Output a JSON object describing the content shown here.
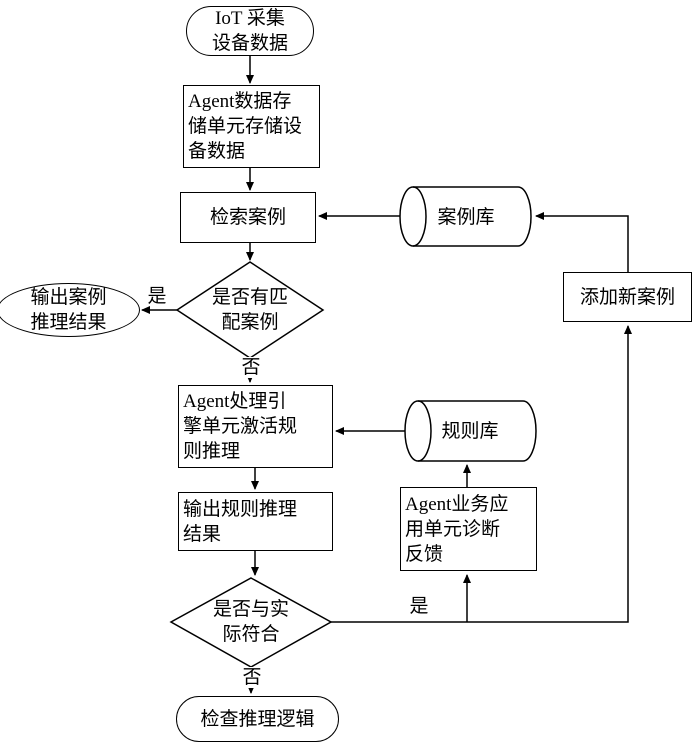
{
  "diagram": {
    "background": "#ffffff",
    "stroke_color": "#000000",
    "text_color": "#000000",
    "nodes": {
      "iot_collect": {
        "shape": "stadium",
        "label": "IoT 采集\n设备数据"
      },
      "agent_storage": {
        "shape": "rect",
        "label": "Agent数据存\n储单元存储设\n备数据"
      },
      "retrieve_case": {
        "shape": "rect",
        "label": "检索案例"
      },
      "case_db": {
        "shape": "cylinder",
        "label": "案例库"
      },
      "match_decision": {
        "shape": "diamond",
        "label": "是否有匹\n配案例"
      },
      "output_case_result": {
        "shape": "ellipse",
        "label": "输出案例\n推理结果"
      },
      "rule_engine": {
        "shape": "rect",
        "label": "Agent处理引\n擎单元激活规\n则推理"
      },
      "rule_db": {
        "shape": "cylinder",
        "label": "规则库"
      },
      "output_rule_result": {
        "shape": "rect",
        "label": "输出规则推理\n结果"
      },
      "business_feedback": {
        "shape": "rect",
        "label": "Agent业务应\n用单元诊断\n反馈"
      },
      "reality_decision": {
        "shape": "diamond",
        "label": "是否与实\n际符合"
      },
      "check_logic": {
        "shape": "stadium",
        "label": "检查推理逻辑"
      },
      "add_new_case": {
        "shape": "rect",
        "label": "添加新案例"
      }
    },
    "edge_labels": {
      "match_yes": "是",
      "match_no": "否",
      "reality_yes": "是",
      "reality_no": "否"
    }
  }
}
